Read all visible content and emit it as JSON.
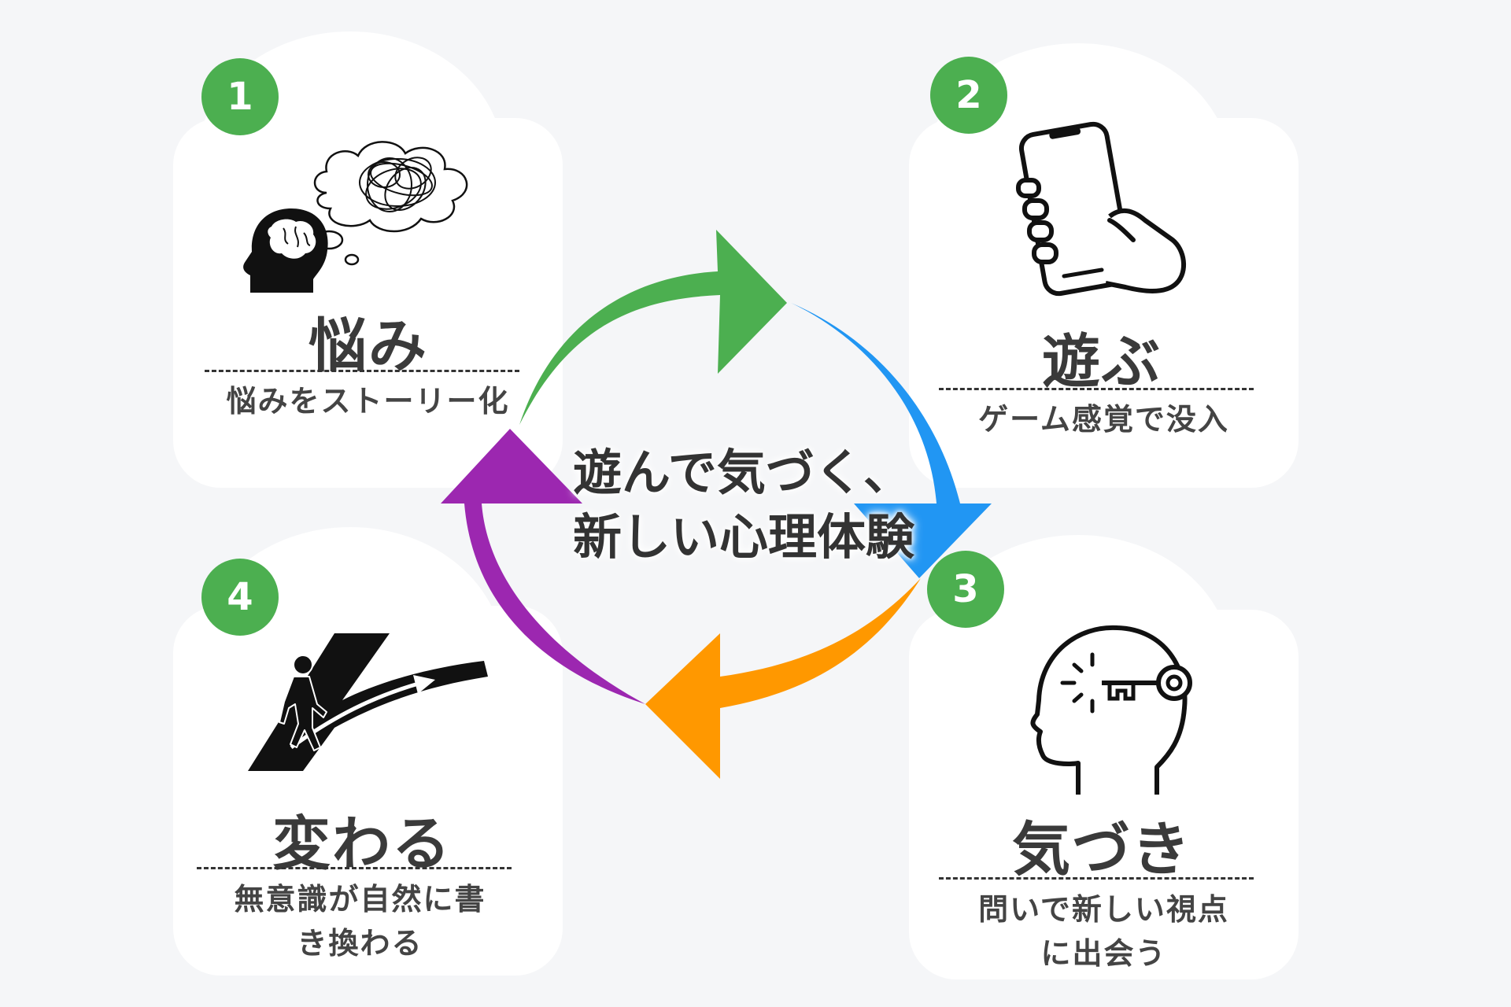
{
  "center": {
    "line1": "遊んで気づく、",
    "line2": "新しい心理体験"
  },
  "steps": [
    {
      "number": "1",
      "title": "悩み",
      "description": [
        "悩みをストーリー化"
      ],
      "icon": "thinking-head-icon"
    },
    {
      "number": "2",
      "title": "遊ぶ",
      "description": [
        "ゲーム感覚で没入"
      ],
      "icon": "smartphone-hand-icon"
    },
    {
      "number": "3",
      "title": "気づき",
      "description": [
        "問いで新しい視点",
        "に出会う"
      ],
      "icon": "head-key-icon"
    },
    {
      "number": "4",
      "title": "変わる",
      "description": [
        "無意識が自然に書",
        "き換わる"
      ],
      "icon": "path-climber-icon"
    }
  ],
  "colors": {
    "badge": "#4caf50",
    "arrow_1_to_2": "#4caf50",
    "arrow_2_to_3": "#2196f3",
    "arrow_3_to_4": "#ff9800",
    "arrow_4_to_1": "#9c27b0"
  }
}
